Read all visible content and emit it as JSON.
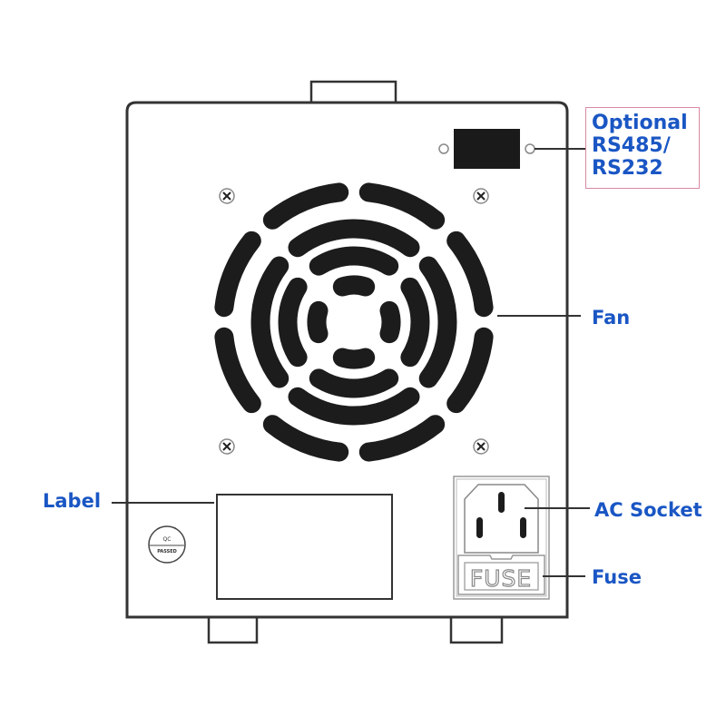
{
  "labels": {
    "optional": "Optional",
    "rs485": "RS485/",
    "rs232": "RS232",
    "fan": "Fan",
    "label": "Label",
    "ac_socket": "AC Socket",
    "fuse": "Fuse"
  },
  "device": {
    "fuse_text": "FUSE",
    "qc_sticker": {
      "top": "QC",
      "bottom": "PASSED"
    }
  },
  "colors": {
    "callout_text": "#1a56c4",
    "callout_border": "#d88aa0",
    "outline": "#333333",
    "fan": "#1c1c1c"
  }
}
